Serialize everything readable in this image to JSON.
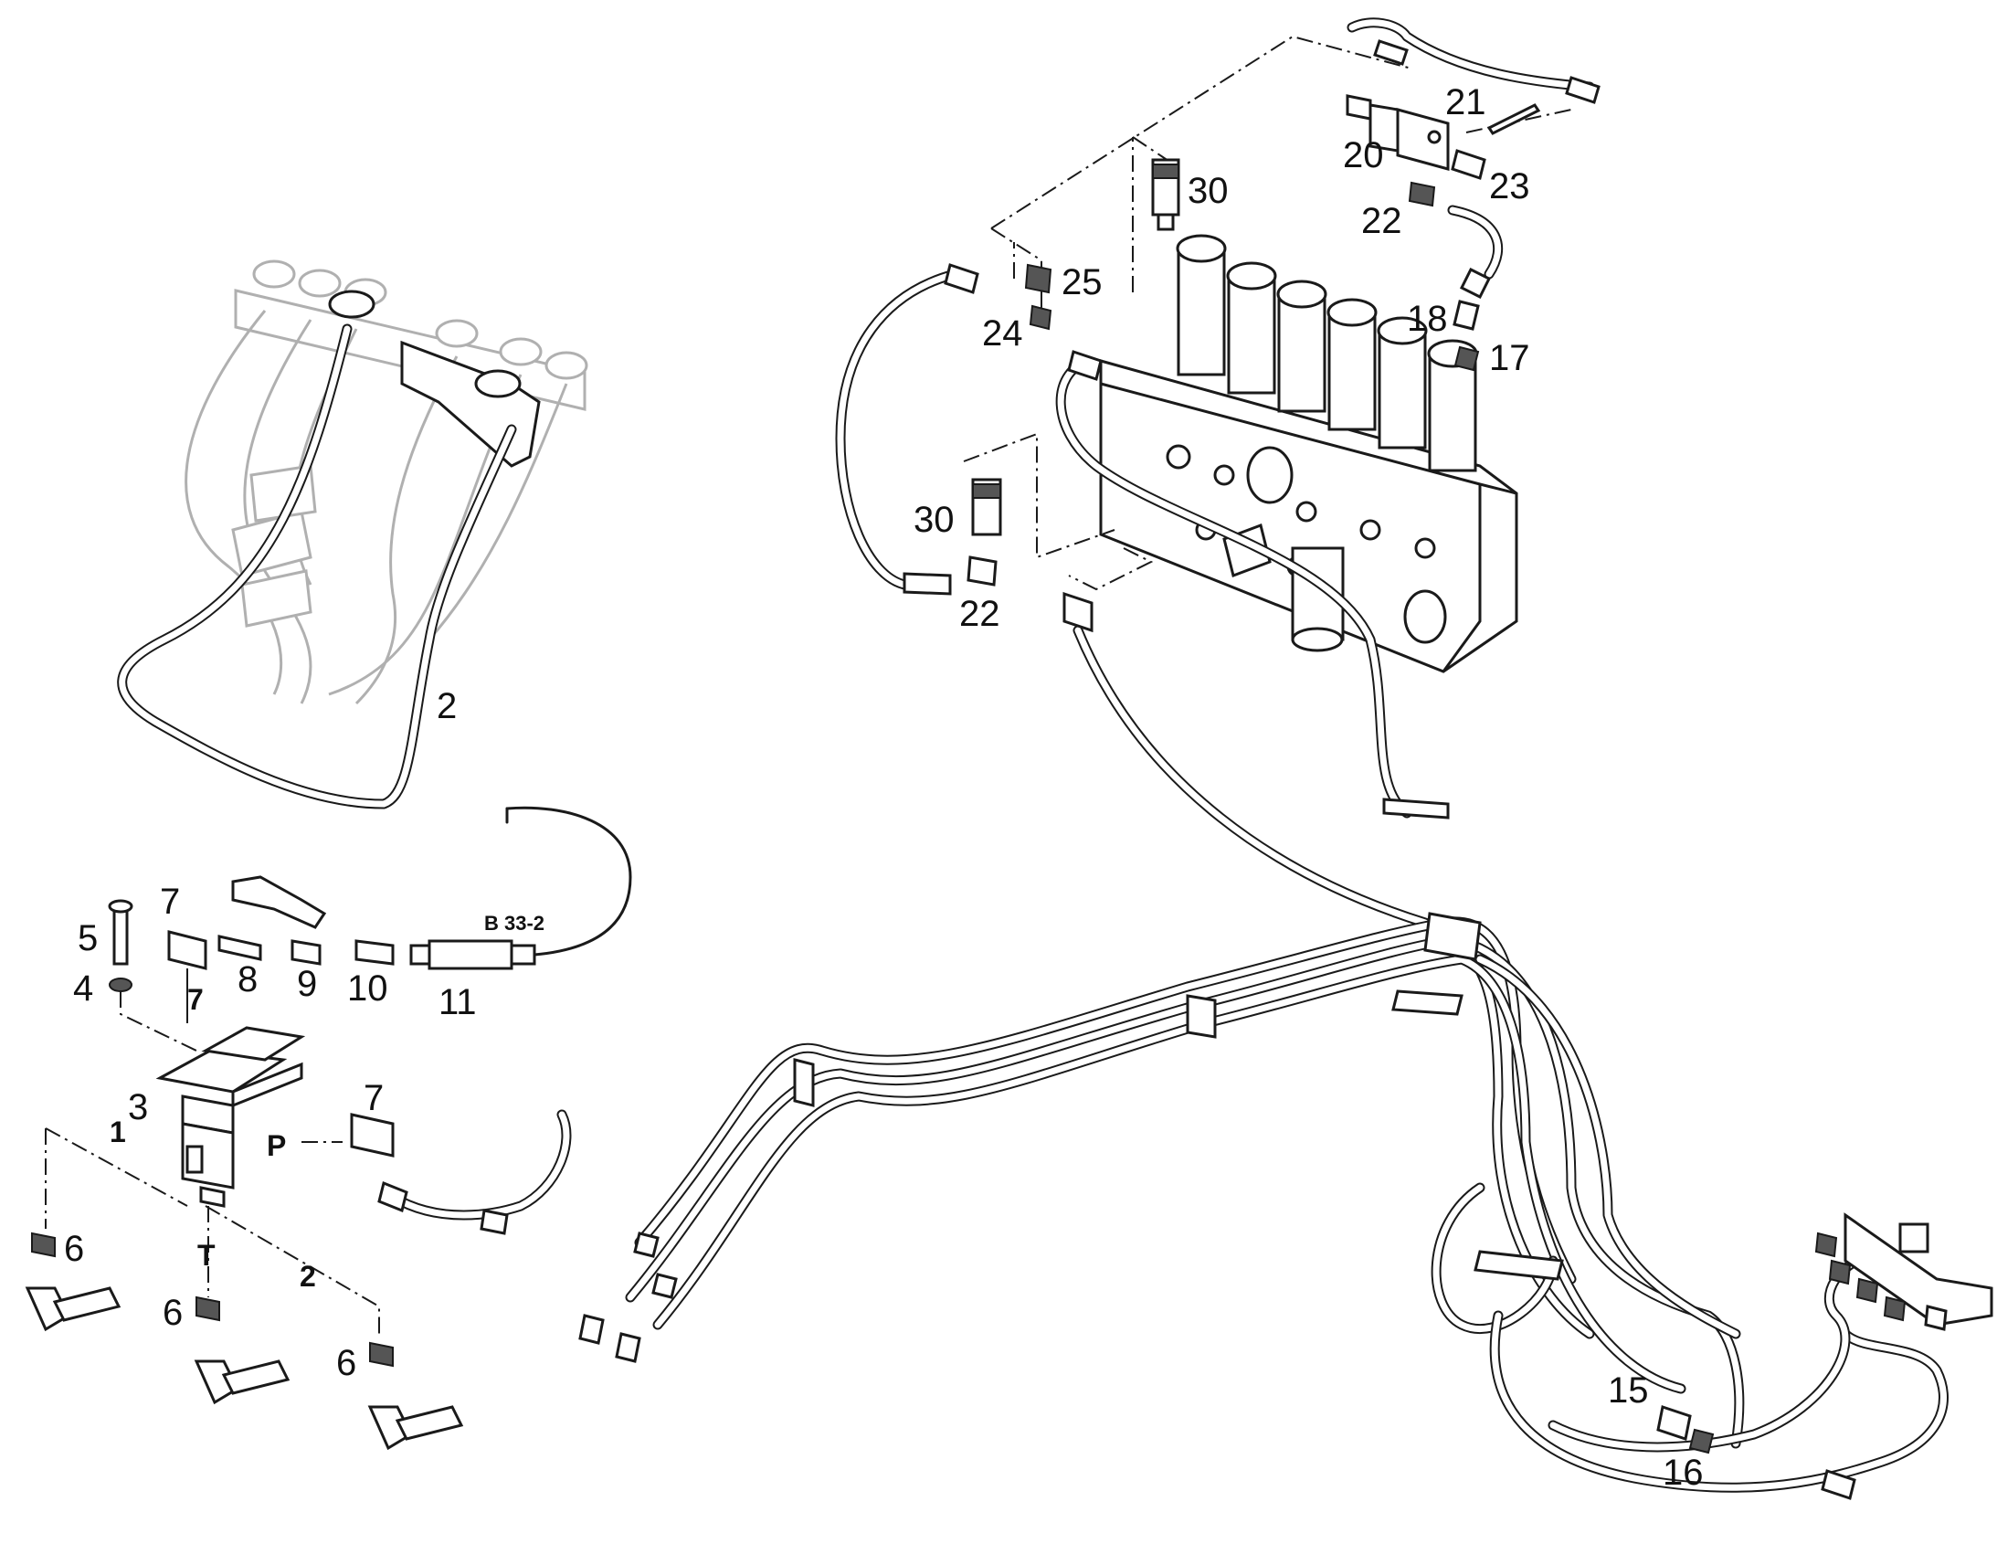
{
  "callouts": {
    "c1": "1",
    "c2_hose": "2",
    "c2_line": "2",
    "c3": "3",
    "c4": "4",
    "c5": "5",
    "c6_a": "6",
    "c6_b": "6",
    "c6_c": "6",
    "c7_a": "7",
    "c7_b": "7",
    "c7_c": "7",
    "c8": "8",
    "c9": "9",
    "c10": "10",
    "c11": "11",
    "c15": "15",
    "c16": "16",
    "c17": "17",
    "c18": "18",
    "c20": "20",
    "c21": "21",
    "c22_a": "22",
    "c22_b": "22",
    "c23": "23",
    "c24": "24",
    "c25": "25",
    "c30_a": "30",
    "c30_b": "30"
  },
  "port_labels": {
    "pressure": "P",
    "tank": "T"
  },
  "connector_label": "B 33-2",
  "colors": {
    "line": "#1a1a1a",
    "ghost": "#b0b0b0",
    "background": "#ffffff"
  }
}
